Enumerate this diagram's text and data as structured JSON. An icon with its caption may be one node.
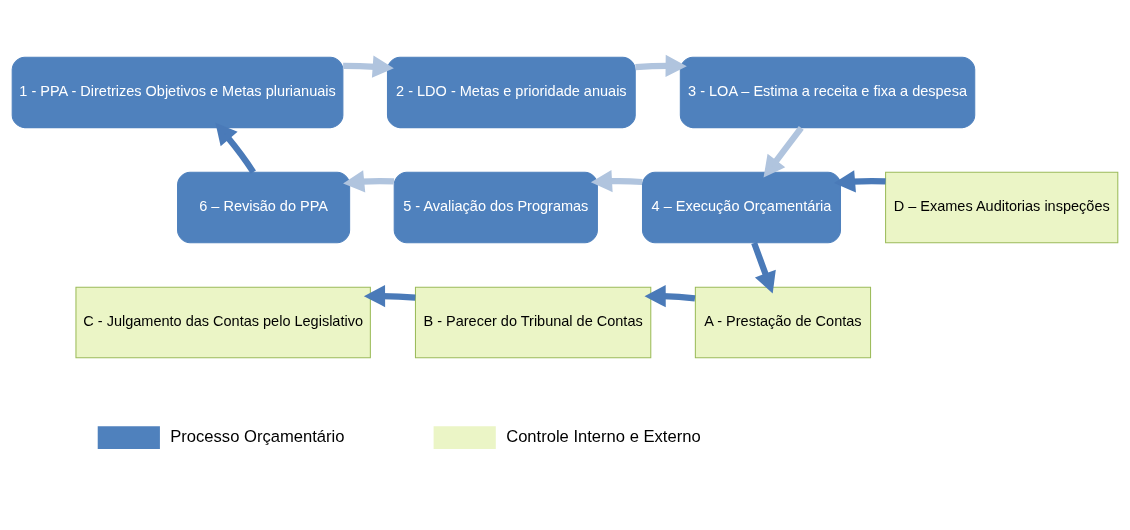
{
  "diagram": {
    "nodes": [
      {
        "text": [
          "1 - PPA - Diretrizes Objetivos e Metas plurianuais"
        ]
      },
      {
        "text": [
          "2 - LDO - Metas e prioridade anuais"
        ]
      },
      {
        "text": [
          "3 - LOA – Estima a receita e fixa a despesa"
        ]
      },
      {
        "text": [
          "4 – Execução Orçamentária"
        ]
      },
      {
        "text": [
          "5 - Avaliação dos Programas"
        ]
      },
      {
        "text": [
          "6 – Revisão do PPA"
        ]
      },
      {
        "text": [
          "D – Exames Auditorias inspeções"
        ]
      },
      {
        "text": [
          "A - Prestação de Contas"
        ]
      },
      {
        "text": [
          "B - Parecer do Tribunal de Contas"
        ]
      },
      {
        "text": [
          "C - Julgamento das Contas pelo Legislativo"
        ]
      }
    ],
    "edges": [
      {
        "from": 0,
        "to": 1,
        "arrow": "to",
        "color": "#b0c4de"
      },
      {
        "from": 1,
        "to": 2,
        "arrow": "to",
        "color": "#b0c4de"
      },
      {
        "from": 2,
        "to": 3,
        "arrow": "to",
        "color": "#b0c4de"
      },
      {
        "from": 3,
        "to": 4,
        "arrow": "to",
        "color": "#b0c4de"
      },
      {
        "from": 4,
        "to": 5,
        "arrow": "to",
        "color": "#b0c4de"
      },
      {
        "from": 5,
        "to": 0,
        "arrow": "to",
        "color": "#4a7ab8"
      },
      {
        "from": 6,
        "to": 3,
        "arrow": "to",
        "color": "#4a7ab8"
      },
      {
        "from": 3,
        "to": 7,
        "arrow": "to",
        "color": "#4a7ab8"
      },
      {
        "from": 7,
        "to": 8,
        "arrow": "to",
        "color": "#4a7ab8"
      },
      {
        "from": 8,
        "to": 9,
        "arrow": "to",
        "color": "#4a7ab8"
      }
    ],
    "legend": [
      {
        "text": "Processo Orçamentário",
        "color": "#4f81bd"
      },
      {
        "text": "Controle Interno e Externo",
        "color": "#ebf5c6"
      }
    ]
  }
}
